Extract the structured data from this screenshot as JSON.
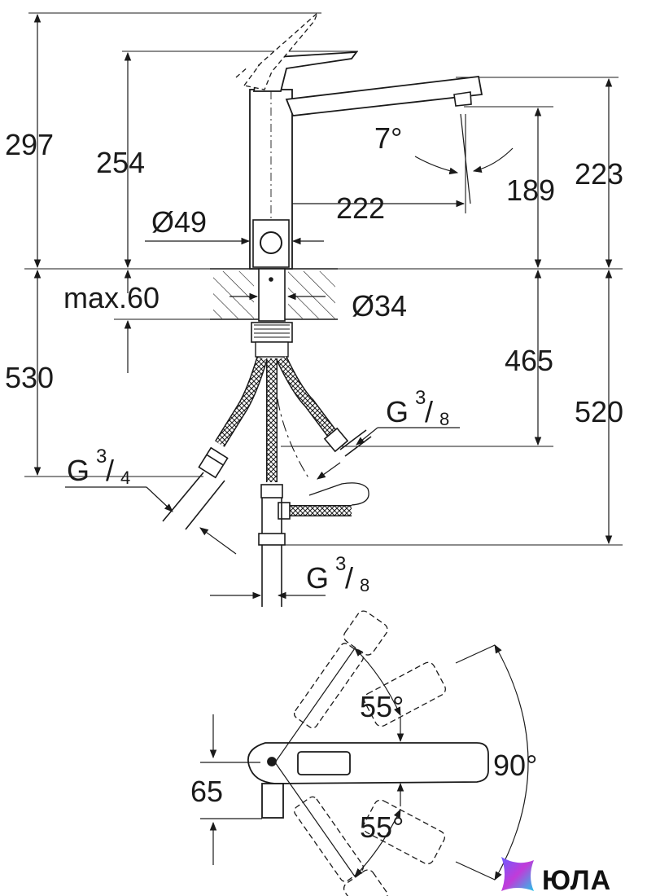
{
  "side_view": {
    "dims": {
      "h297": "297",
      "h254": "254",
      "angle7": "7°",
      "h189": "189",
      "h223": "223",
      "w222": "222",
      "d49": "Ø49",
      "max60": "max.60",
      "d34": "Ø34",
      "h530": "530",
      "h465": "465",
      "h520": "520"
    },
    "threads": {
      "right_hose": {
        "prefix": "G",
        "num": "3",
        "den": "8"
      },
      "left_hose": {
        "prefix": "G",
        "num": "3",
        "den": "4"
      },
      "bottom_hose": {
        "prefix": "G",
        "num": "3",
        "den": "8"
      }
    }
  },
  "top_view": {
    "dims": {
      "angle_upper": "55°",
      "angle_lower": "55°",
      "angle_total": "90°",
      "offset65": "65"
    }
  },
  "watermark": {
    "text": "ЮЛА"
  },
  "colors": {
    "line": "#1a1a1a",
    "background": "#ffffff"
  }
}
